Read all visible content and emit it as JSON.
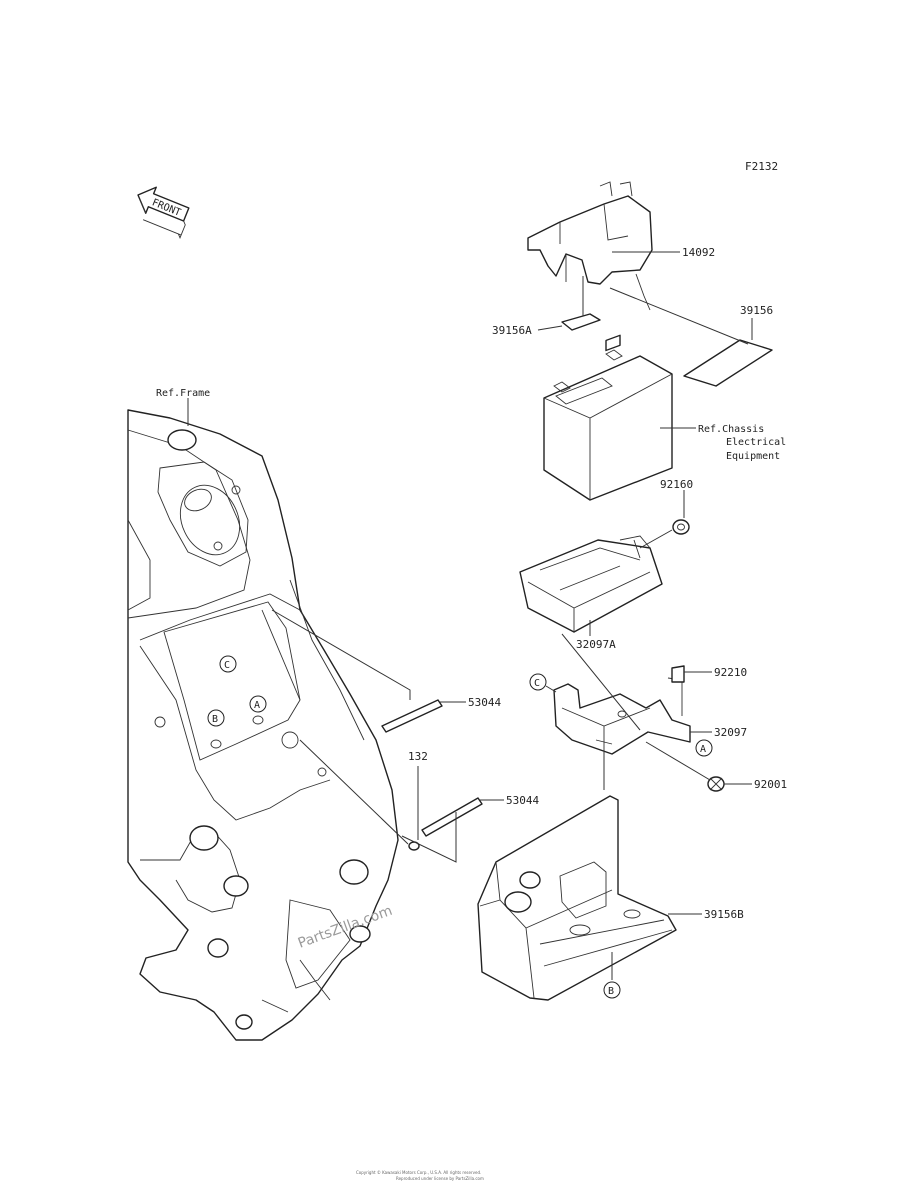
{
  "diagram": {
    "code": "F2132",
    "front_label": "FRONT",
    "ref_frame": "Ref.Frame",
    "ref_chassis": [
      "Ref.Chassis",
      "Electrical",
      "Equipment"
    ],
    "parts": {
      "p14092": "14092",
      "p39156": "39156",
      "p39156a": "39156A",
      "p92160": "92160",
      "p32097a": "32097A",
      "p92210": "92210",
      "p32097": "32097",
      "p92001": "92001",
      "p53044_upper": "53044",
      "p53044_lower": "53044",
      "p132": "132",
      "p39156b": "39156B"
    },
    "markers": {
      "a_frame": "A",
      "b_frame": "B",
      "c_frame": "C",
      "c_bracket": "C",
      "a_bracket": "A",
      "b_bottom": "B"
    },
    "watermark": "PartsZilla.com",
    "footer": [
      "Copyright © Kawasaki Motors Corp., U.S.A. All rights reserved.",
      "Reproduced under license by PartsZilla.com"
    ]
  }
}
